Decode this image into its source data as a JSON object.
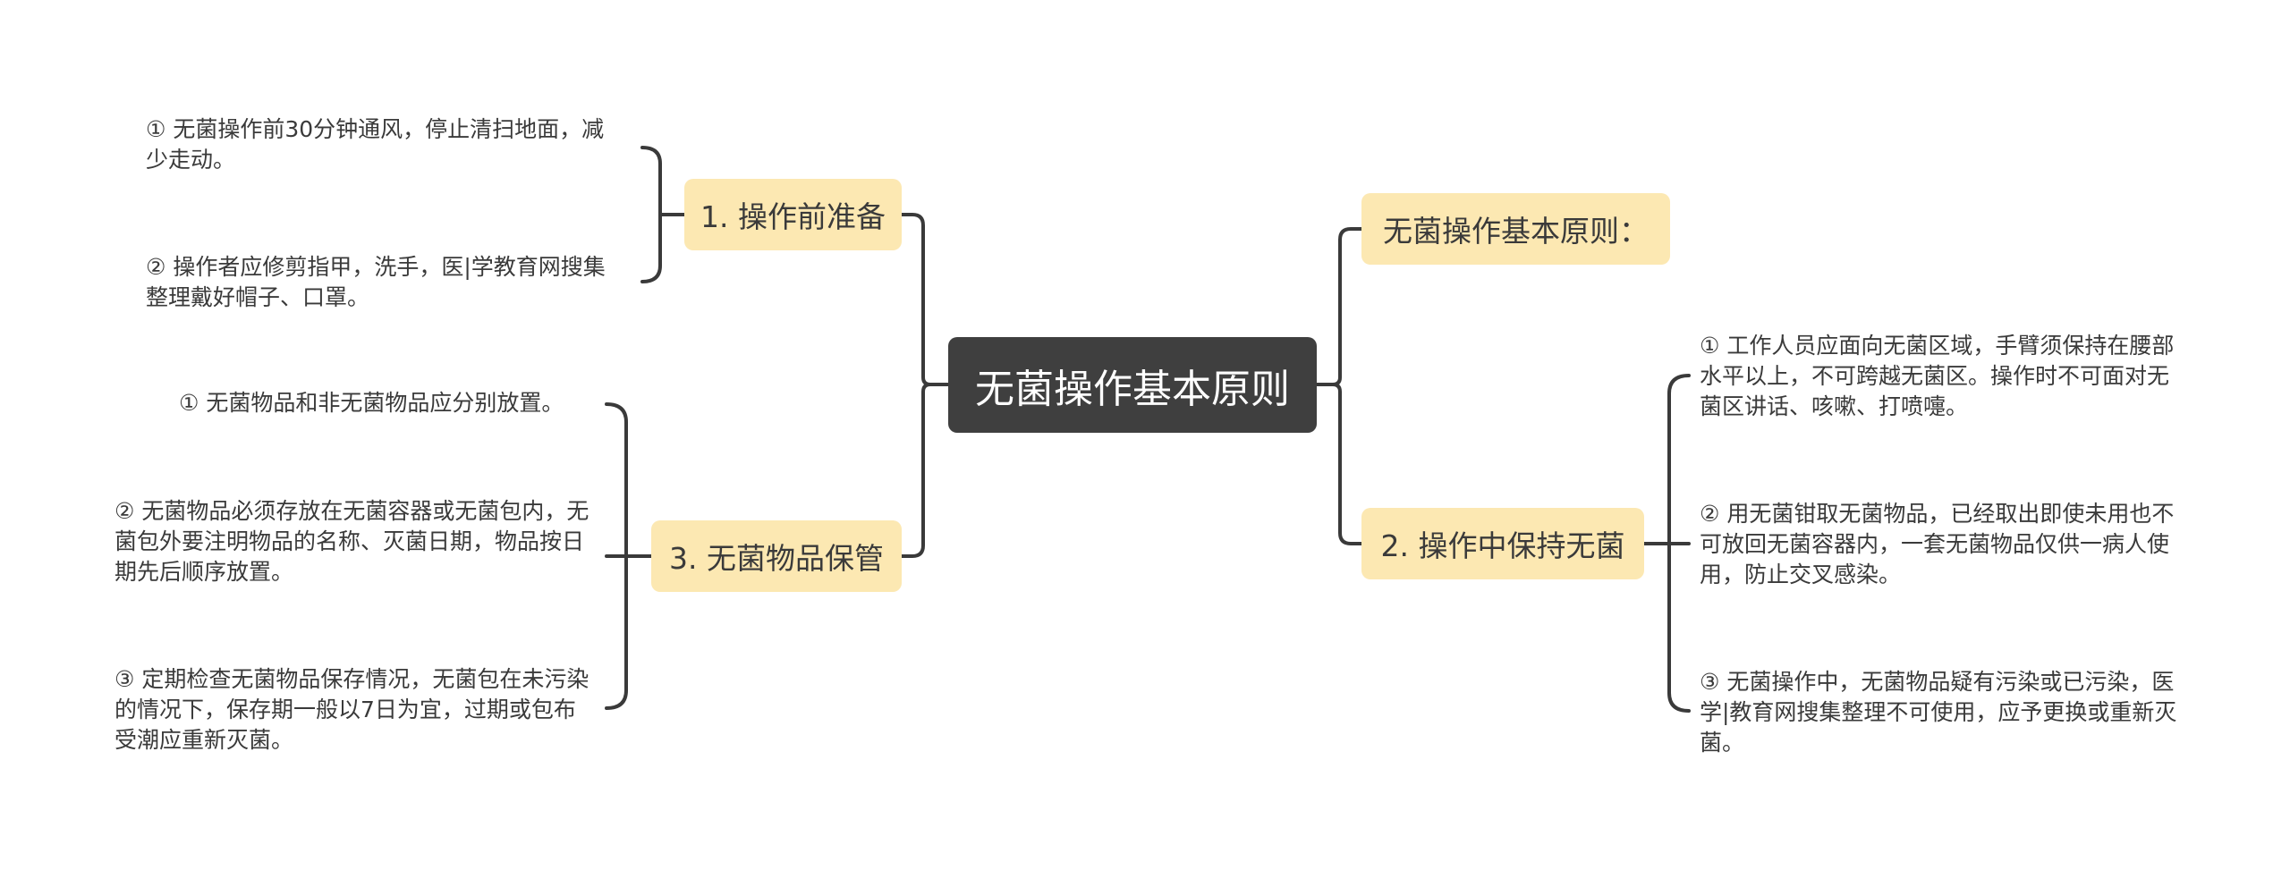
{
  "root": {
    "label": "无菌操作基本原则"
  },
  "branches": {
    "before": {
      "label": "1. 操作前准备",
      "items": [
        "① 无菌操作前30分钟通风，停止清扫地面，减少走动。",
        "② 操作者应修剪指甲，洗手，医|学教育网搜集整理戴好帽子、口罩。"
      ]
    },
    "storage": {
      "label": "3. 无菌物品保管",
      "items": [
        "① 无菌物品和非无菌物品应分别放置。",
        "② 无菌物品必须存放在无菌容器或无菌包内，无菌包外要注明物品的名称、灭菌日期，物品按日期先后顺序放置。",
        "③ 定期检查无菌物品保存情况，无菌包在未污染的情况下，保存期一般以7日为宜，过期或包布受潮应重新灭菌。"
      ]
    },
    "principle": {
      "label": "无菌操作基本原则："
    },
    "during": {
      "label": "2. 操作中保持无菌",
      "items": [
        "① 工作人员应面向无菌区域，手臂须保持在腰部水平以上，不可跨越无菌区。操作时不可面对无菌区讲话、咳嗽、打喷嚏。",
        "② 用无菌钳取无菌物品，已经取出即使未用也不可放回无菌容器内，一套无菌物品仅供一病人使用，防止交叉感染。",
        "③ 无菌操作中，无菌物品疑有污染或已污染，医学|教育网搜集整理不可使用，应予更换或重新灭菌。"
      ]
    }
  },
  "colors": {
    "root_bg": "#3f3f3f",
    "topic_bg": "#fce8b2",
    "line": "#3a3a3a",
    "text": "#3a3a3a"
  }
}
